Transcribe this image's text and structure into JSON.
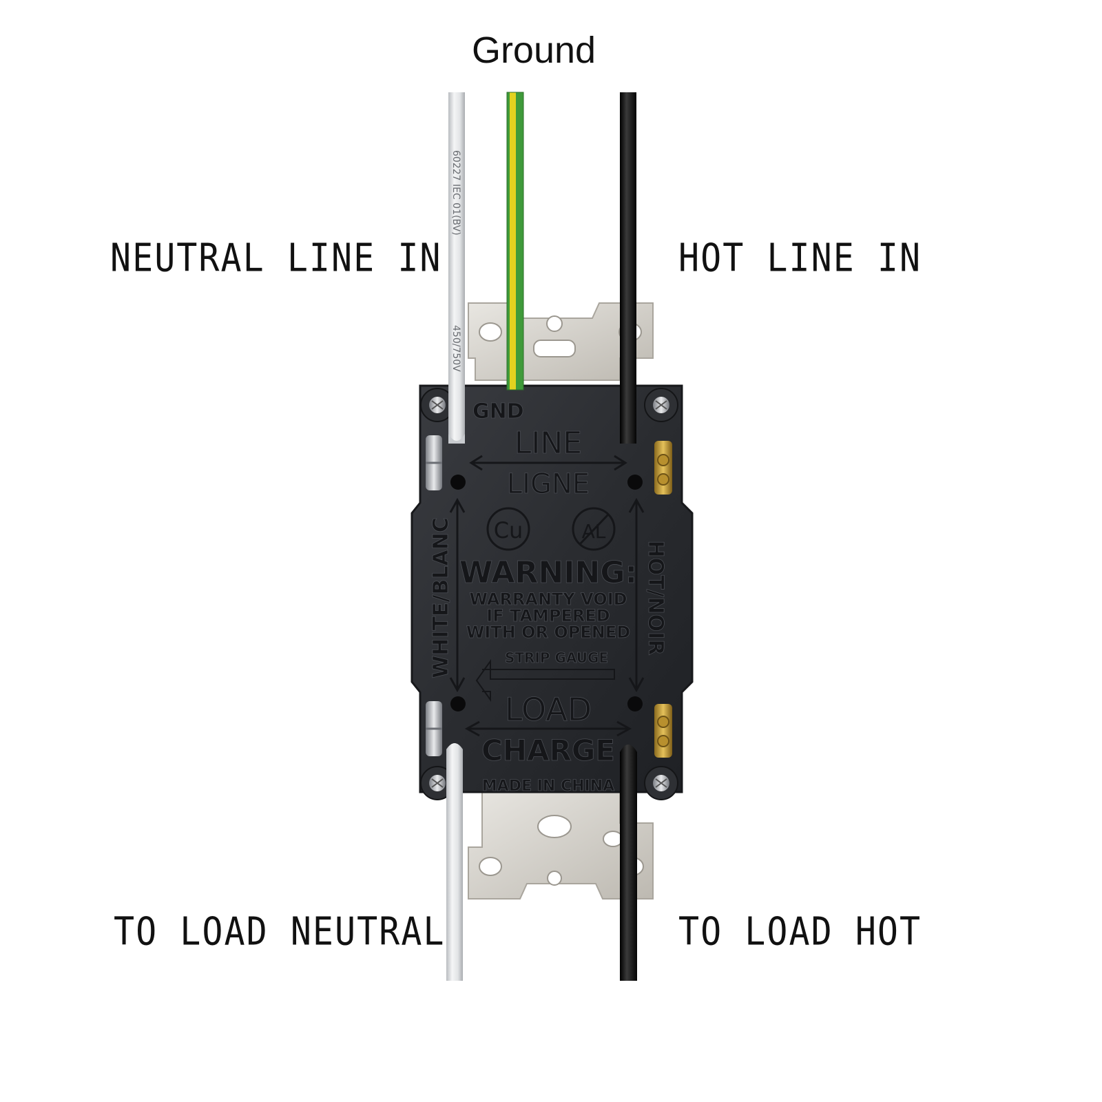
{
  "labels": {
    "ground": "Ground",
    "neutral_line_in": "NEUTRAL LINE IN",
    "hot_line_in": "HOT LINE IN",
    "to_load_neutral": "TO LOAD NEUTRAL",
    "to_load_hot": "TO LOAD HOT"
  },
  "wire_print": {
    "part1": "60227 IEC 01(BV)",
    "part2": "450/750V"
  },
  "device": {
    "gnd": "GND",
    "line": "LINE",
    "ligne": "LIGNE",
    "cu": "Cu",
    "al": "AL",
    "warning_title": "WARNING:",
    "warning_line1": "WARRANTY VOID",
    "warning_line2": "IF TAMPERED",
    "warning_line3": "WITH OR OPENED",
    "strip_gauge": "STRIP GAUGE",
    "load": "LOAD",
    "charge": "CHARGE",
    "made_in": "MADE IN CHINA",
    "white_side": "WHITE/BLANC",
    "hot_side": "HOT/NOIR"
  },
  "colors": {
    "background": "#ffffff",
    "device_body": "#2b2d31",
    "device_text": "#151619",
    "neutral_wire": "#e8eaec",
    "ground_wire_green": "#3f9a3a",
    "ground_wire_yellow": "#e3d21f",
    "hot_wire": "#111111",
    "strap": "#d9d6cf",
    "brass": "#c9a23a",
    "silver": "#c4c7cc"
  }
}
